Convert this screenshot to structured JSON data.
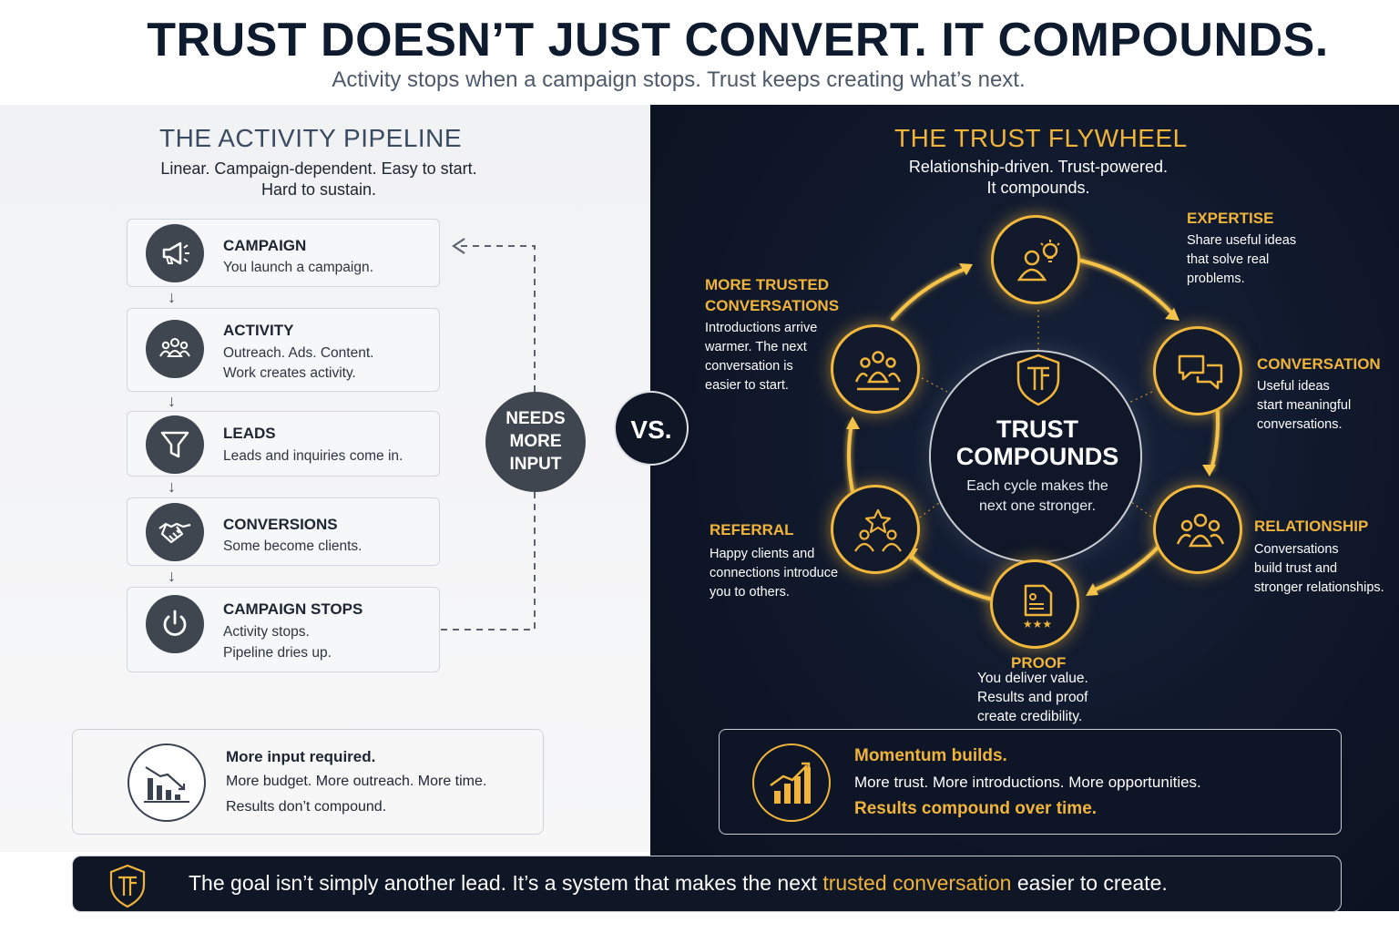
{
  "header": {
    "title": "TRUST DOESN’T JUST CONVERT. IT COMPOUNDS.",
    "subtitle": "Activity stops when a campaign stops. Trust keeps creating what’s next."
  },
  "pipeline": {
    "heading": "THE ACTIVITY PIPELINE",
    "subline1": "Linear. Campaign-dependent. Easy to start.",
    "subline2": "Hard to sustain.",
    "steps": [
      {
        "icon": "megaphone-icon",
        "title": "CAMPAIGN",
        "line1": "You launch a campaign.",
        "line2": ""
      },
      {
        "icon": "people-icon",
        "title": "ACTIVITY",
        "line1": "Outreach. Ads. Content.",
        "line2": "Work creates activity."
      },
      {
        "icon": "funnel-icon",
        "title": "LEADS",
        "line1": "Leads and inquiries come in.",
        "line2": ""
      },
      {
        "icon": "handshake-icon",
        "title": "CONVERSIONS",
        "line1": "Some become clients.",
        "line2": ""
      },
      {
        "icon": "power-icon",
        "title": "CAMPAIGN STOPS",
        "line1": "Activity stops.",
        "line2": "Pipeline dries up."
      }
    ],
    "needs_line1": "NEEDS",
    "needs_line2": "MORE",
    "needs_line3": "INPUT",
    "box": {
      "icon": "declining-chart-icon",
      "title": "More input required.",
      "line1": "More budget. More outreach. More time.",
      "line2": "Results don’t compound."
    }
  },
  "vs_label": "VS.",
  "flywheel": {
    "heading": "THE TRUST FLYWHEEL",
    "subline1": "Relationship-driven. Trust-powered.",
    "subline2": "It compounds.",
    "center_logo": "TF",
    "center_title1": "TRUST",
    "center_title2": "COMPOUNDS",
    "center_desc1": "Each cycle makes the",
    "center_desc2": "next one stronger.",
    "nodes": {
      "expertise": {
        "label": "EXPERTISE",
        "d1": "Share useful ideas",
        "d2": "that solve real",
        "d3": "problems."
      },
      "conversation": {
        "label": "CONVERSATION",
        "d1": "Useful ideas",
        "d2": "start meaningful",
        "d3": "conversations."
      },
      "relationship": {
        "label": "RELATIONSHIP",
        "d1": "Conversations",
        "d2": "build trust and",
        "d3": "stronger relationships."
      },
      "proof": {
        "label": "PROOF",
        "d1": "You deliver value.",
        "d2": "Results and proof",
        "d3": "create credibility."
      },
      "referral": {
        "label": "REFERRAL",
        "d1": "Happy clients and",
        "d2": "connections introduce",
        "d3": "you to others."
      },
      "more_trusted": {
        "label1": "MORE TRUSTED",
        "label2": "CONVERSATIONS",
        "d1": "Introductions arrive",
        "d2": "warmer. The next",
        "d3": "conversation is",
        "d4": "easier to start."
      }
    },
    "box": {
      "icon": "growth-chart-icon",
      "title": "Momentum builds.",
      "line1": "More trust. More introductions. More opportunities.",
      "line2": "Results compound over time."
    }
  },
  "footer": {
    "logo": "TF",
    "text_before": "The goal isn’t simply another lead.  It’s a system that makes the next ",
    "highlight": "trusted conversation",
    "text_after": " easier to create."
  },
  "colors": {
    "gold": "#f0b43a",
    "navy": "#0f1626",
    "slate": "#3f4650"
  }
}
